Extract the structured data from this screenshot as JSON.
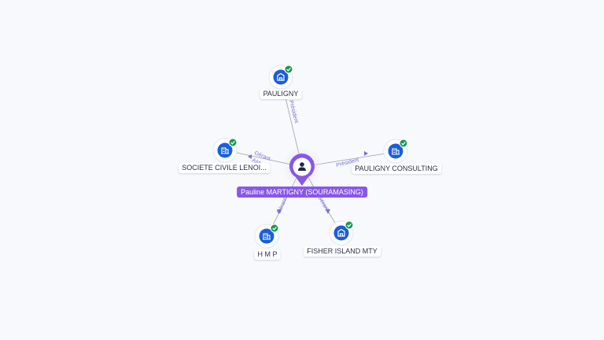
{
  "center": {
    "name": "Pauline MARTIGNY (SOURAMASING)",
    "icon": "person-icon",
    "color": "#8a56e8"
  },
  "companies": [
    {
      "id": "pauligny",
      "name": "PAULIGNY",
      "role": "Président",
      "icon": "company-icon",
      "verified_icon": "check-badge-icon"
    },
    {
      "id": "pauligny-consulting",
      "name": "PAULIGNY CONSULTING",
      "role": "Président",
      "icon": "company-icon",
      "verified_icon": "check-badge-icon"
    },
    {
      "id": "fisher-island",
      "name": "FISHER ISLAND MTY",
      "role": "Gérant",
      "icon": "company-icon",
      "verified_icon": "check-badge-icon"
    },
    {
      "id": "hmp",
      "name": "H M P",
      "role": "Gérant",
      "icon": "company-icon",
      "verified_icon": "check-badge-icon"
    },
    {
      "id": "sci-lenoir",
      "name": "SOCIETE CIVILE LENOI...",
      "role": "Gérant",
      "role_extra": "Ass",
      "icon": "company-icon",
      "verified_icon": "check-badge-icon"
    }
  ],
  "colors": {
    "company_icon_bg": "#1a5fd6",
    "verified": "#1a9a4e",
    "edge": "#9aa0b4",
    "edge_label": "#7b6fd8"
  }
}
